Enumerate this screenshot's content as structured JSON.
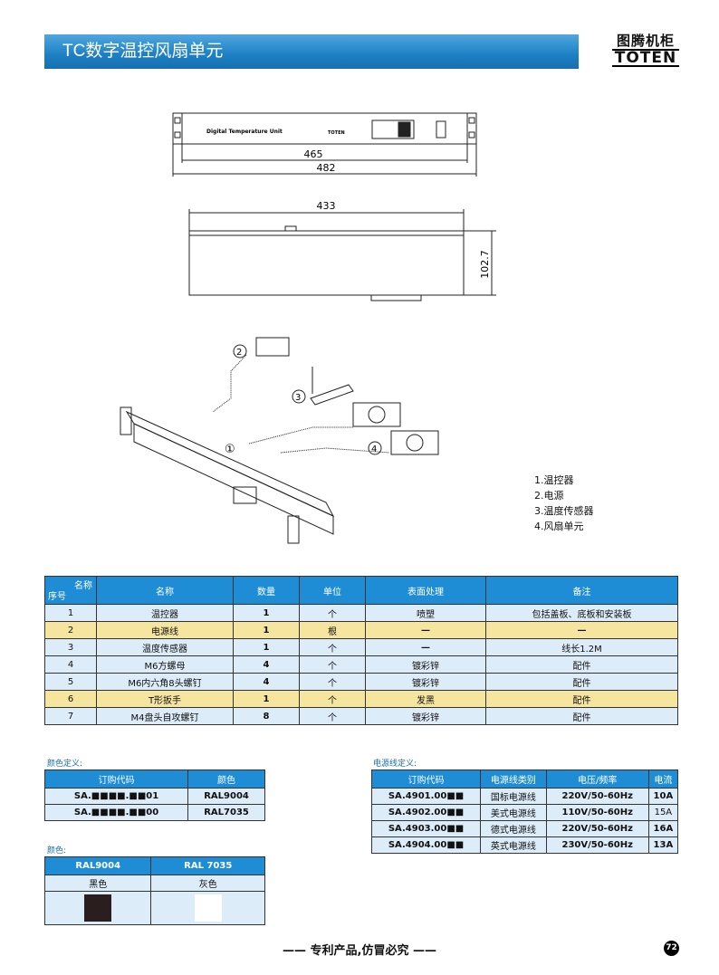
{
  "header": {
    "title": "TC数字温控风扇单元"
  },
  "logo": {
    "cn": "图腾机柜",
    "en": "TOTEN"
  },
  "drawing": {
    "panel_text": "Digital Temperature Unit",
    "panel_small": "TOTEN",
    "dim_465": "465",
    "dim_482": "482",
    "dim_433": "433",
    "dim_102": "102.7",
    "callouts": [
      "①",
      "②",
      "③",
      "④"
    ],
    "callout_2": "2",
    "callout_3": "3",
    "callout_4": "4"
  },
  "legend": [
    "1.温控器",
    "2.电源",
    "3.温度传感器",
    "4.风扇单元"
  ],
  "spec_table": {
    "corner_top": "名称",
    "corner_bottom": "序号",
    "headers": [
      "名称",
      "数量",
      "单位",
      "表面处理",
      "备注"
    ],
    "rows": [
      [
        "1",
        "温控器",
        "1",
        "个",
        "喷塑",
        "包括盖板、底板和安装板"
      ],
      [
        "2",
        "电源线",
        "1",
        "根",
        "—",
        "—"
      ],
      [
        "3",
        "温度传感器",
        "1",
        "个",
        "—",
        "线长1.2M"
      ],
      [
        "4",
        "M6方螺母",
        "4",
        "个",
        "镀彩锌",
        "配件"
      ],
      [
        "5",
        "M6内六角8头螺钉",
        "4",
        "个",
        "镀彩锌",
        "配件"
      ],
      [
        "6",
        "T形扳手",
        "1",
        "个",
        "发黑",
        "配件"
      ],
      [
        "7",
        "M4盘头自攻螺钉",
        "8",
        "个",
        "镀彩锌",
        "配件"
      ]
    ]
  },
  "color_def": {
    "caption": "颜色定义:",
    "headers": [
      "订购代码",
      "颜色"
    ],
    "rows": [
      [
        "SA.■■■■.■■01",
        "RAL9004"
      ],
      [
        "SA.■■■■.■■00",
        "RAL7035"
      ]
    ]
  },
  "power_def": {
    "caption": "电源线定义:",
    "headers": [
      "订购代码",
      "电源线类别",
      "电压/频率",
      "电流"
    ],
    "rows": [
      [
        "SA.4901.00■■",
        "国标电源线",
        "220V/50-60Hz",
        "10A"
      ],
      [
        "SA.4902.00■■",
        "美式电源线",
        "110V/50-60Hz",
        "15A"
      ],
      [
        "SA.4903.00■■",
        "德式电源线",
        "220V/50-60Hz",
        "16A"
      ],
      [
        "SA.4904.00■■",
        "英式电源线",
        "230V/50-60Hz",
        "13A"
      ]
    ]
  },
  "colors": {
    "caption": "颜色:",
    "headers": [
      "RAL9004",
      "RAL 7035"
    ],
    "labels": [
      "黑色",
      "灰色"
    ],
    "swatches": [
      "#2a1e1e",
      "#ffffff"
    ]
  },
  "footer": {
    "text": "—— 专利产品,仿冒必究 ——",
    "page": "72"
  }
}
